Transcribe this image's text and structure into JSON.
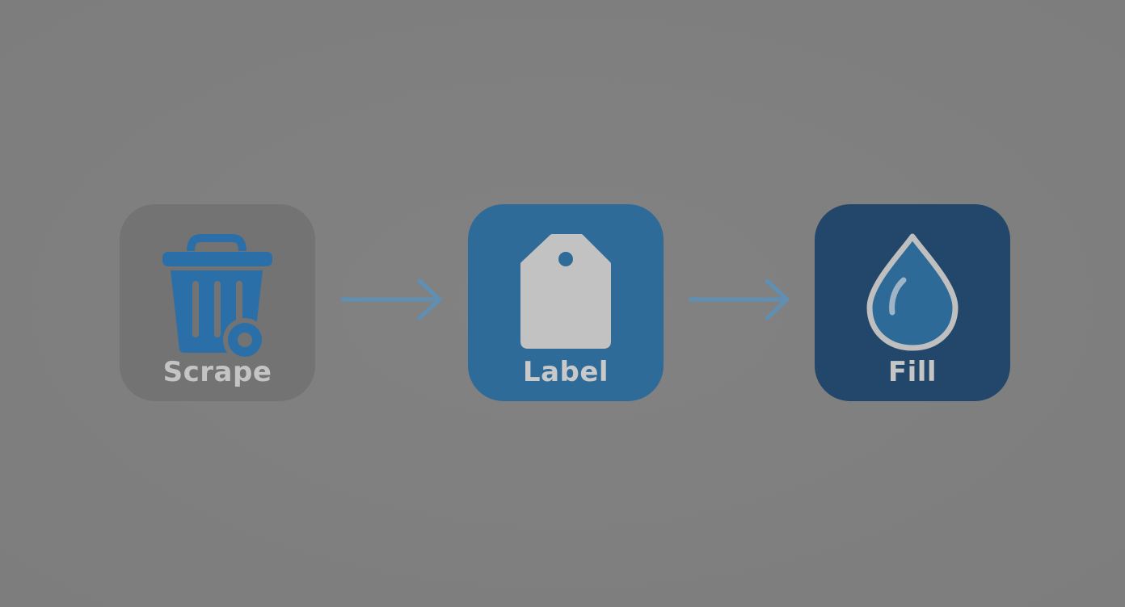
{
  "steps": [
    {
      "label": "Scrape",
      "icon": "trash-can-icon",
      "color": "#737373"
    },
    {
      "label": "Label",
      "icon": "tag-icon",
      "color": "#2f6b98"
    },
    {
      "label": "Fill",
      "icon": "water-drop-icon",
      "color": "#23476a"
    }
  ],
  "colors": {
    "background": "#7f7f7f",
    "arrow": "#5f8fb3",
    "trash_icon": "#2b6fa8",
    "tag_icon": "#c2c2c2",
    "drop_icon": "#2e6a97"
  }
}
